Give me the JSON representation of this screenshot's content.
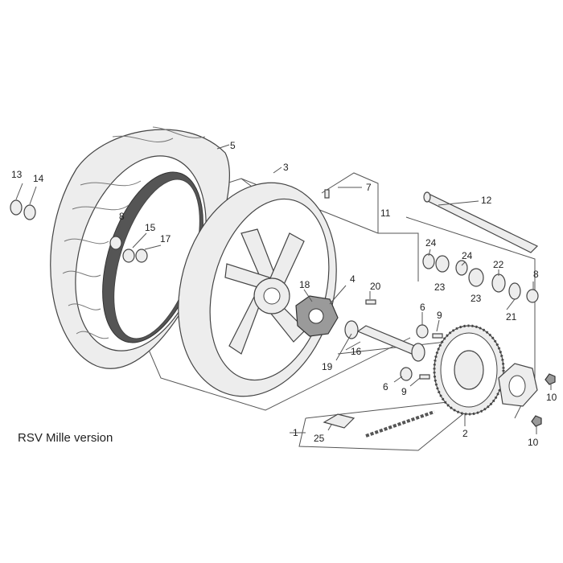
{
  "diagram": {
    "caption": "RSV Mille version",
    "callouts": {
      "c1": "1",
      "c2": "2",
      "c3": "3",
      "c4": "4",
      "c5": "5",
      "c6a": "6",
      "c6b": "6",
      "c7": "7",
      "c8a": "8",
      "c8b": "8",
      "c9a": "9",
      "c9b": "9",
      "c10a": "10",
      "c10b": "10",
      "c11": "11",
      "c12": "12",
      "c13": "13",
      "c14": "14",
      "c15": "15",
      "c16": "16",
      "c17": "17",
      "c18": "18",
      "c19": "19",
      "c20": "20",
      "c21": "21",
      "c22": "22",
      "c23a": "23",
      "c23b": "23",
      "c24a": "24",
      "c24b": "24",
      "c25": "25"
    }
  }
}
